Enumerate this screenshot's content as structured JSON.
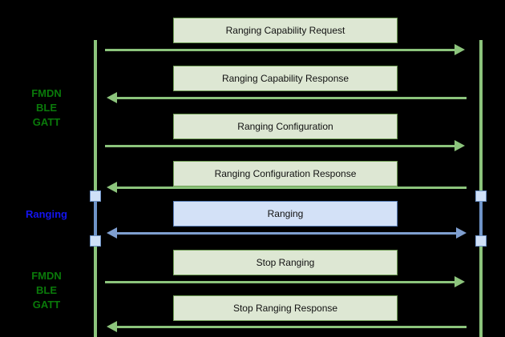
{
  "diagram": {
    "title": "Ranging sequence diagram",
    "background_color": "#000000",
    "colors": {
      "lifeline_green": "#8cc47c",
      "label_green": "#0a7a0a",
      "label_blue": "#1414ef",
      "box_green_fill": "#dde7d3",
      "box_green_border": "#6f9e55",
      "box_blue_fill": "#d3e1f7",
      "box_blue_border": "#5a7fb8",
      "activation_blue": "#6f94c8",
      "activation_node_fill": "#cfe0f7",
      "arrow_blue": "#7f9fd0"
    }
  },
  "side_labels": [
    {
      "id": "phase-fmdn-top",
      "text": "FMDN\nBLE\nGATT",
      "color": "green"
    },
    {
      "id": "phase-ranging",
      "text": "Ranging",
      "color": "blue"
    },
    {
      "id": "phase-fmdn-bottom",
      "text": "FMDN\nBLE\nGATT",
      "color": "green"
    }
  ],
  "messages": [
    {
      "id": "ranging-capability-request",
      "label": "Ranging Capability Request",
      "direction": "right",
      "style": "green"
    },
    {
      "id": "ranging-capability-response",
      "label": "Ranging Capability Response",
      "direction": "left",
      "style": "green"
    },
    {
      "id": "ranging-configuration",
      "label": "Ranging Configuration",
      "direction": "right",
      "style": "green"
    },
    {
      "id": "ranging-configuration-response",
      "label": "Ranging Configuration Response",
      "direction": "left",
      "style": "green"
    },
    {
      "id": "ranging",
      "label": "Ranging",
      "direction": "both",
      "style": "blue"
    },
    {
      "id": "stop-ranging",
      "label": "Stop Ranging",
      "direction": "right",
      "style": "green"
    },
    {
      "id": "stop-ranging-response",
      "label": "Stop Ranging Response",
      "direction": "left",
      "style": "green"
    }
  ]
}
